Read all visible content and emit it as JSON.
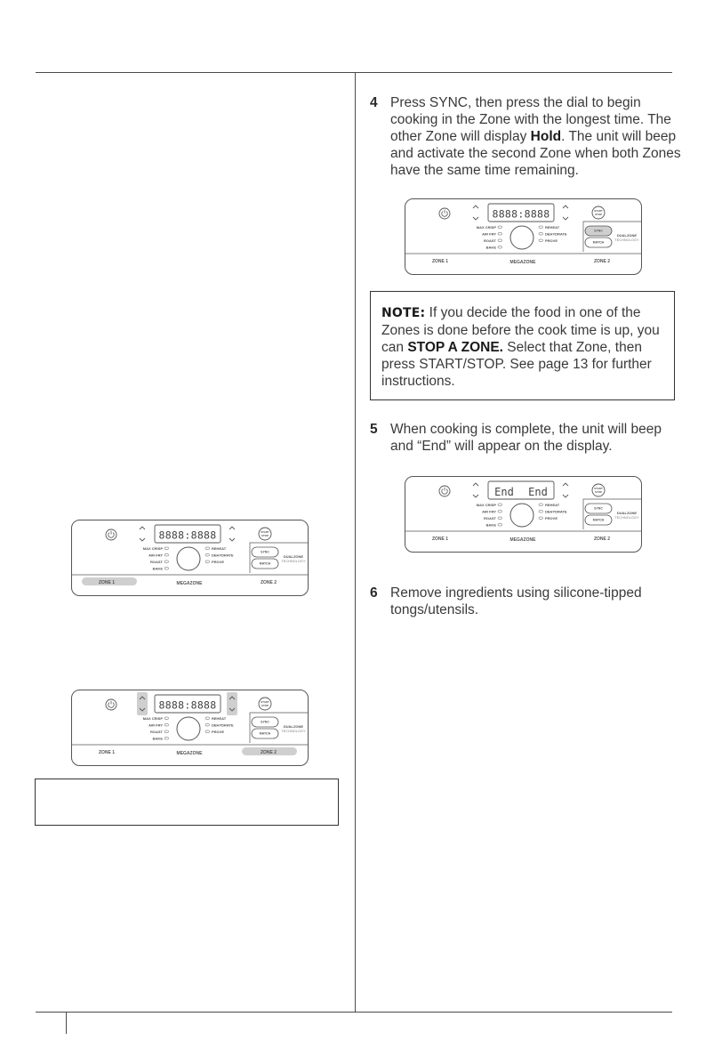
{
  "steps": [
    {
      "number": "4",
      "text_a": "Press SYNC, then press the dial to begin cooking in the Zone with the longest time. The other Zone will display ",
      "bold": "Hold",
      "text_b": ". The unit will beep and activate the second Zone when both Zones have the same time remaining."
    },
    {
      "number": "5",
      "text": "When cooking is complete, the unit will beep and “End” will appear on the display."
    },
    {
      "number": "6",
      "text": "Remove ingredients using silicone-tipped tongs/utensils."
    }
  ],
  "note": {
    "label": "NOTE:",
    "text_a": " If you decide the food in one of the Zones is done before the cook time is up, you can ",
    "bold": "STOP A ZONE.",
    "text_b": " Select that Zone, then press START/STOP. See page 13 for further instructions."
  },
  "panel_labels": {
    "start_stop_line1": "START",
    "start_stop_line2": "STOP",
    "sync": "SYNC",
    "match": "MATCH",
    "dualzone_line1": "DUALZONE",
    "dualzone_line2": "TECHNOLOGY",
    "zone1": "ZONE 1",
    "megazone": "MEGAZONE",
    "zone2": "ZONE 2",
    "left_functions": [
      "MAX CRISP",
      "AIR FRY",
      "ROAST",
      "BAKE"
    ],
    "right_functions": [
      "REHEAT",
      "DEHYDRATE",
      "PROVE"
    ],
    "display_digits": "8888:8888",
    "display_end_left": "End",
    "display_end_right": "End"
  },
  "colors": {
    "panel_stroke": "#555555",
    "highlight": "#cfcfcf"
  }
}
